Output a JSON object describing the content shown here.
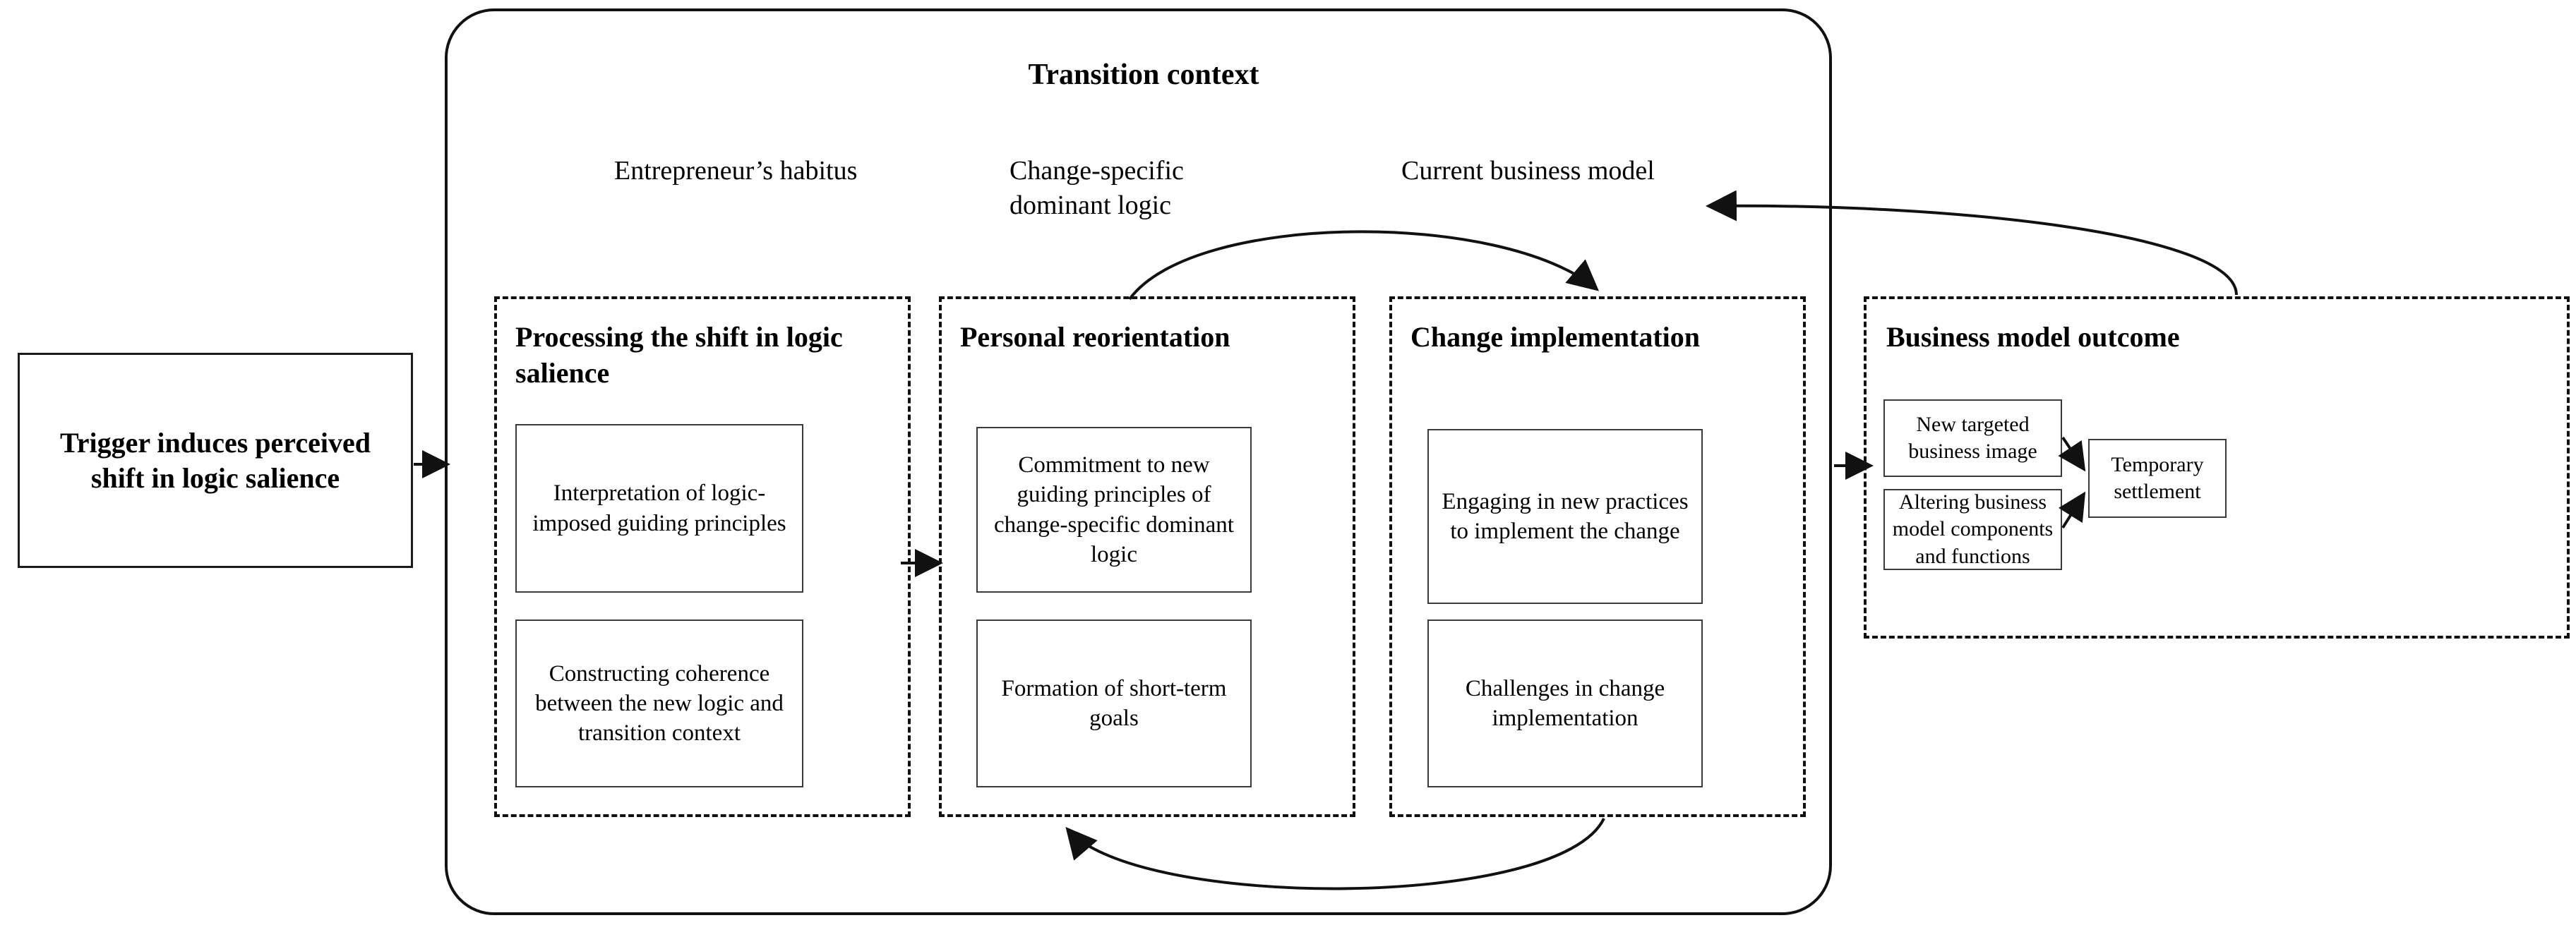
{
  "diagram": {
    "title": "Transition context",
    "trigger": {
      "label": "Trigger induces perceived shift in logic salience"
    },
    "column_labels": [
      {
        "id": "entrepreneurs-habitus",
        "text": "Entrepreneur’s habitus"
      },
      {
        "id": "change-specific-dominant-logic",
        "text": "Change-specific dominant logic"
      },
      {
        "id": "current-business-model",
        "text": "Current business model"
      }
    ],
    "phases": [
      {
        "id": "processing-the-shift",
        "heading": "Processing the shift in logic salience",
        "items": [
          "Interpretation of logic-imposed guiding principles",
          "Constructing coherence between the new logic and transition context"
        ]
      },
      {
        "id": "personal-reorientation",
        "heading": "Personal reorientation",
        "items": [
          "Commitment to new guiding principles of change-specific dominant logic",
          "Formation of short-term goals"
        ]
      },
      {
        "id": "change-implementation",
        "heading": "Change implementation",
        "items": [
          "Engaging in new practices to implement the change",
          "Challenges in change implementation"
        ]
      }
    ],
    "outcome": {
      "heading": "Business model outcome",
      "items": [
        "New targeted business image",
        "Altering business model components and functions"
      ],
      "settlement": "Temporary settlement"
    },
    "colors": {
      "stroke": "#111111",
      "box_stroke": "#3a3a3a",
      "background": "#ffffff"
    }
  }
}
